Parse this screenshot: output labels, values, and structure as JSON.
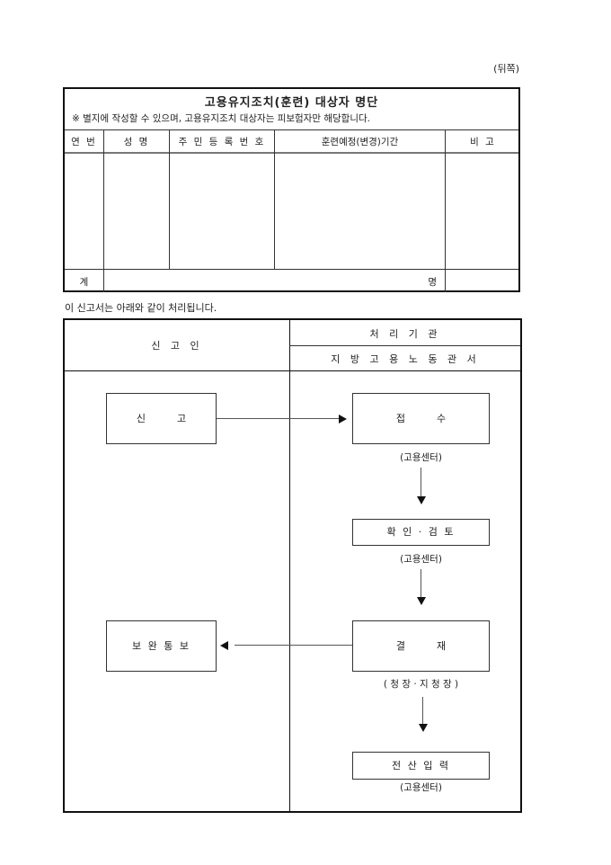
{
  "page_label": "(뒤쪽)",
  "roster": {
    "title": "고용유지조치(훈련) 대상자 명단",
    "note": "※ 별지에 작성할 수 있으며, 고용유지조치 대상자는 피보험자만 해당합니다.",
    "columns": [
      "연 번",
      "성 명",
      "주 민 등 록 번 호",
      "훈련예정(변경)기간",
      "비 고"
    ],
    "rows": [],
    "total_label": "계",
    "total_unit": "명",
    "total_value": ""
  },
  "process_caption": "이 신고서는 아래와 같이 처리됩니다.",
  "flow": {
    "left_header": "신 고 인",
    "right_header_top": "처 리 기 관",
    "right_header_bottom": "지 방 고 용 노 동 관 서",
    "steps": {
      "report": "신          고",
      "receive": "접          수",
      "receive_sub": "(고용센터)",
      "review": "확 인 · 검 토",
      "review_sub": "(고용센터)",
      "approve": "결          재",
      "approve_sub": "( 청 장 · 지 청 장 )",
      "notify": "보 완 통 보",
      "input": "전 산 입 력",
      "input_sub": "(고용센터)"
    }
  }
}
